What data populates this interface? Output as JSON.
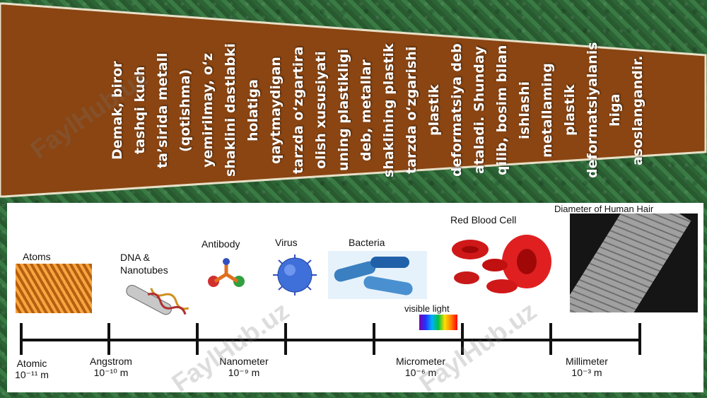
{
  "slide": {
    "paragraph_lines": [
      "Demak, biror",
      "tashqi kuch",
      "ta’sirida metall",
      "(qotishma)",
      "yemirilmay, o‘z",
      "shaklini dastlabki",
      "holatiga",
      "qaytmaydigan",
      "tarzda o‘zgartira",
      "olish xususiyati",
      "uning plastikligi",
      "deb, metallar",
      "shaklining plastik",
      "tarzda o‘zgarishi",
      "plastik",
      "deformatsiya deb",
      "ataladi. Shunday",
      "qilib, bosim bilan",
      "ishlashi",
      "metallaming",
      "plastik",
      "deformatsiyalanis",
      "higa",
      "asoslangandir."
    ]
  },
  "scale_figure": {
    "objects": {
      "atoms": "Atoms",
      "dna": "DNA &\nNanotubes",
      "antibody": "Antibody",
      "virus": "Virus",
      "bacteria": "Bacteria",
      "red_blood_cell": "Red Blood Cell",
      "human_hair": "Diameter of Human Hair",
      "visible_light": "visible light"
    },
    "scale_labels": {
      "atomic": "Atomic",
      "atomic_value": "10⁻¹¹ m",
      "angstrom": "Angstrom",
      "angstrom_value": "10⁻¹⁰ m",
      "nanometer": "Nanometer",
      "nanometer_value": "10⁻⁹ m",
      "micrometer": "Micrometer",
      "micrometer_value": "10⁻⁶ m",
      "millimeter": "Millimeter",
      "millimeter_value": "10⁻³ m"
    }
  },
  "watermark": "FaylHub.uz",
  "colors": {
    "banner": "#8a4512",
    "background": "#2f6a3a"
  }
}
